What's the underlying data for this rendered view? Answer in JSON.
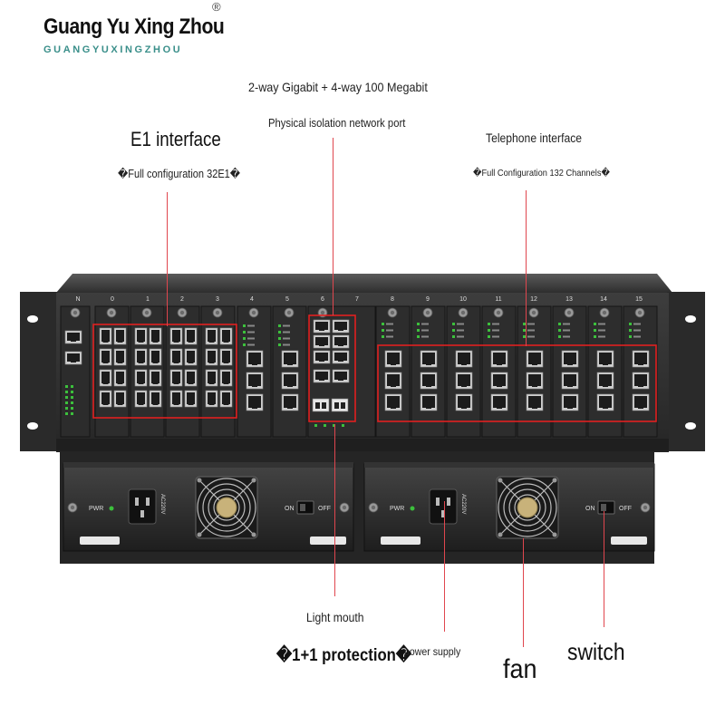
{
  "brand": {
    "name": "Guang Yu Xing Zhou",
    "registered_mark": "®",
    "subtitle": "GUANGYUXINGZHOU"
  },
  "callouts": {
    "gigabit": "2-way Gigabit + 4-way 100 Megabit",
    "physical_isolation": "Physical isolation network port",
    "e1_interface": "E1 interface",
    "e1_config": "�Full configuration 32E1�",
    "telephone_interface": "Telephone interface",
    "telephone_config": "�Full Configuration 132 Channels�",
    "light_mouth": "Light mouth",
    "protection": "�1+1 protection�",
    "power_supply": "power supply",
    "fan": "fan",
    "switch": "switch"
  },
  "device": {
    "slot_numbers": [
      "N",
      "0",
      "1",
      "2",
      "3",
      "4",
      "5",
      "6",
      "7",
      "8",
      "9",
      "10",
      "11",
      "12",
      "13",
      "14",
      "15"
    ],
    "psu_labels": {
      "pwr": "PWR",
      "ac": "AC220V",
      "on": "ON",
      "off": "OFF"
    },
    "colors": {
      "chassis": "#2b2b2b",
      "panel": "#3a3a3a",
      "highlight_box": "#e02020",
      "leader_line": "#e0464e",
      "led_green": "#3cc03c"
    }
  }
}
